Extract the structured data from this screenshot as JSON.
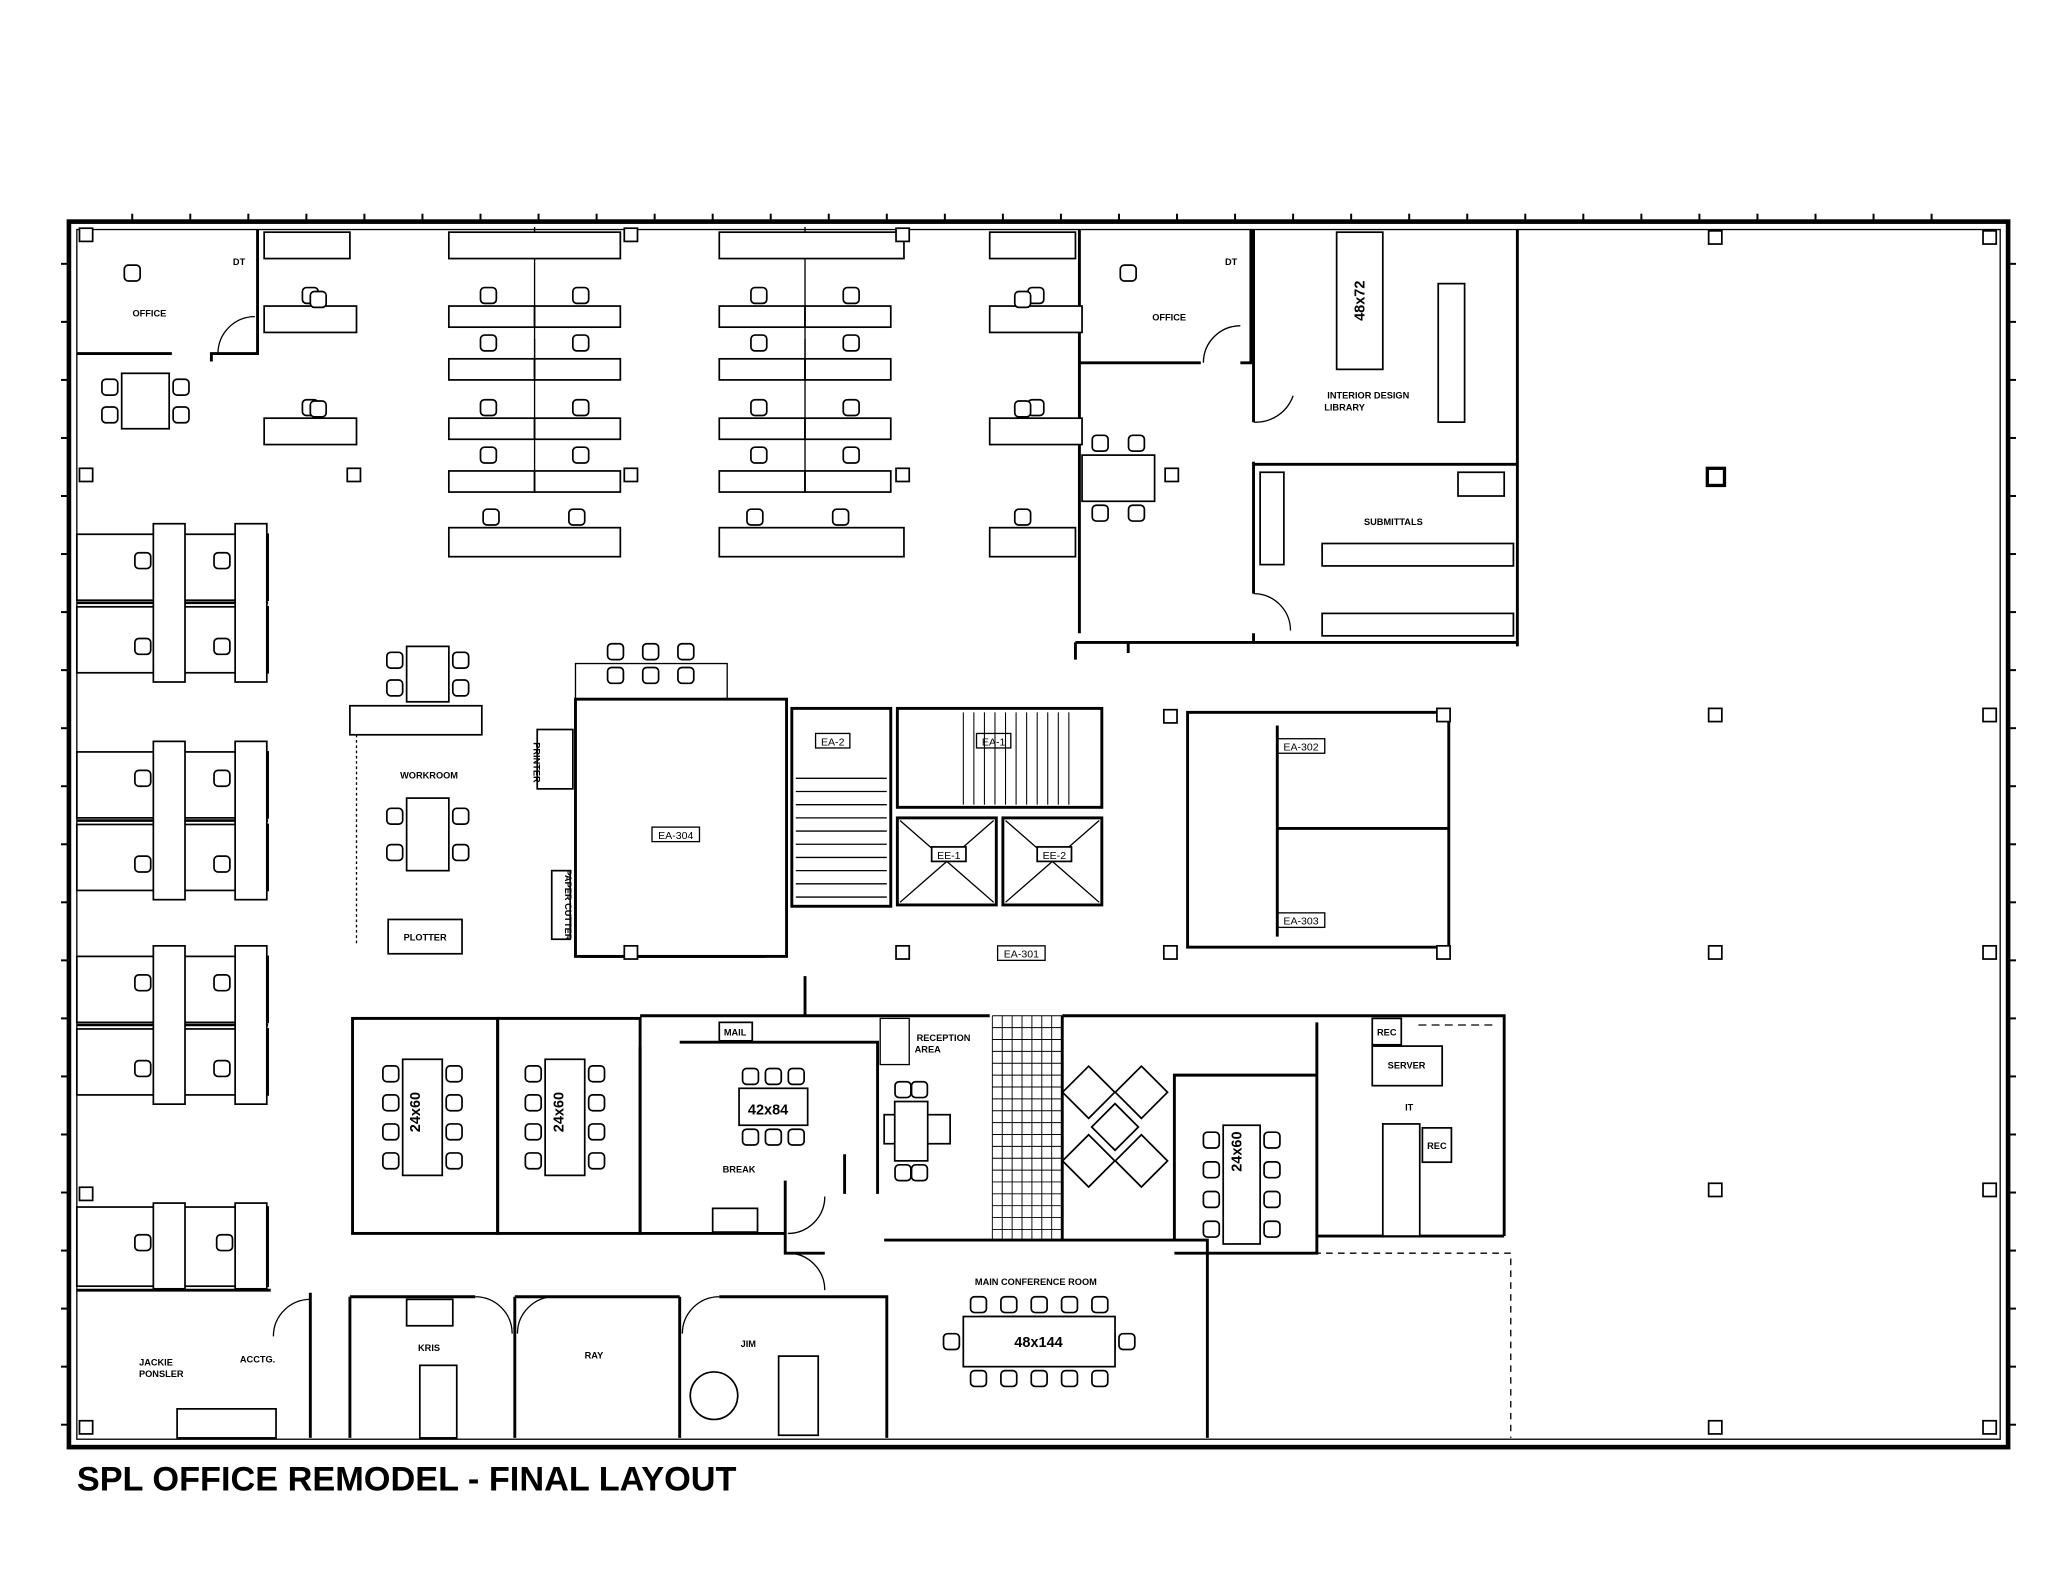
{
  "title": "SPL OFFICE REMODEL - FINAL LAYOUT",
  "rooms": {
    "office_left": "OFFICE",
    "office_right": "OFFICE",
    "dt_left": "DT",
    "dt_right": "DT",
    "library": "INTERIOR DESIGN",
    "library2": "LIBRARY",
    "library_table": "48x72",
    "submittals": "SUBMITTALS",
    "workroom": "WORKROOM",
    "printer": "PRINTER",
    "paper_cutter": "PAPER CUTTER",
    "plotter": "PLOTTER",
    "mail": "MAIL",
    "reception": "RECEPTION",
    "reception2": "AREA",
    "break": "BREAK",
    "break_table": "42x84",
    "conf_table_a": "24x60",
    "conf_table_b": "24x60",
    "conf_table_c": "24x60",
    "server": "SERVER",
    "it": "IT",
    "rec_a": "REC",
    "rec_b": "REC",
    "main_conf": "MAIN CONFERENCE ROOM",
    "main_conf_table": "48x144",
    "jackie": "JACKIE",
    "jackie2": "PONSLER",
    "acctg": "ACCTG.",
    "kris": "KRIS",
    "ray": "RAY",
    "jim": "JIM"
  },
  "core_tags": {
    "ea304": "EA-304",
    "ea2": "EA-2",
    "ea1": "EA-1",
    "ee1": "EE-1",
    "ee2": "EE-2",
    "ea302": "EA-302",
    "ea303": "EA-303",
    "ea301": "EA-301"
  }
}
